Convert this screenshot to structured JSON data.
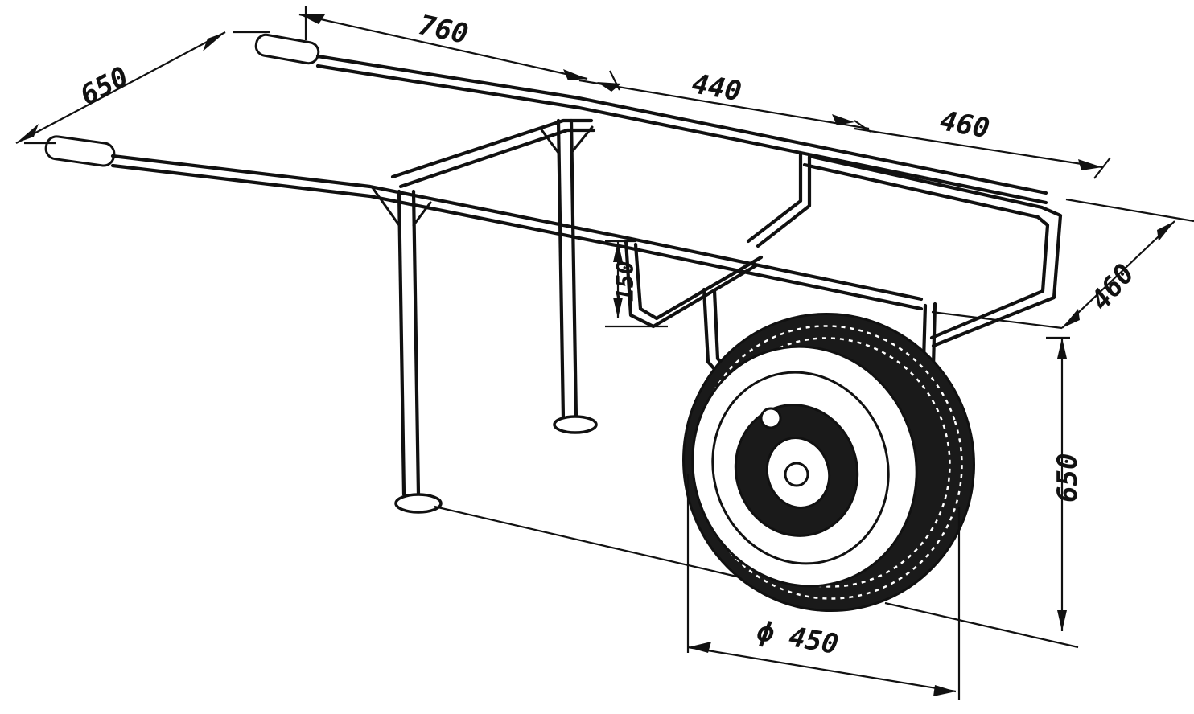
{
  "dimensions": {
    "handle_spacing": "650",
    "handle_length": "760",
    "tray_length": "440",
    "front_length": "460",
    "tray_width": "460",
    "tray_depth": "150",
    "height": "650",
    "wheel_diameter": "450"
  },
  "wheel_diameter_symbol": "ϕ"
}
